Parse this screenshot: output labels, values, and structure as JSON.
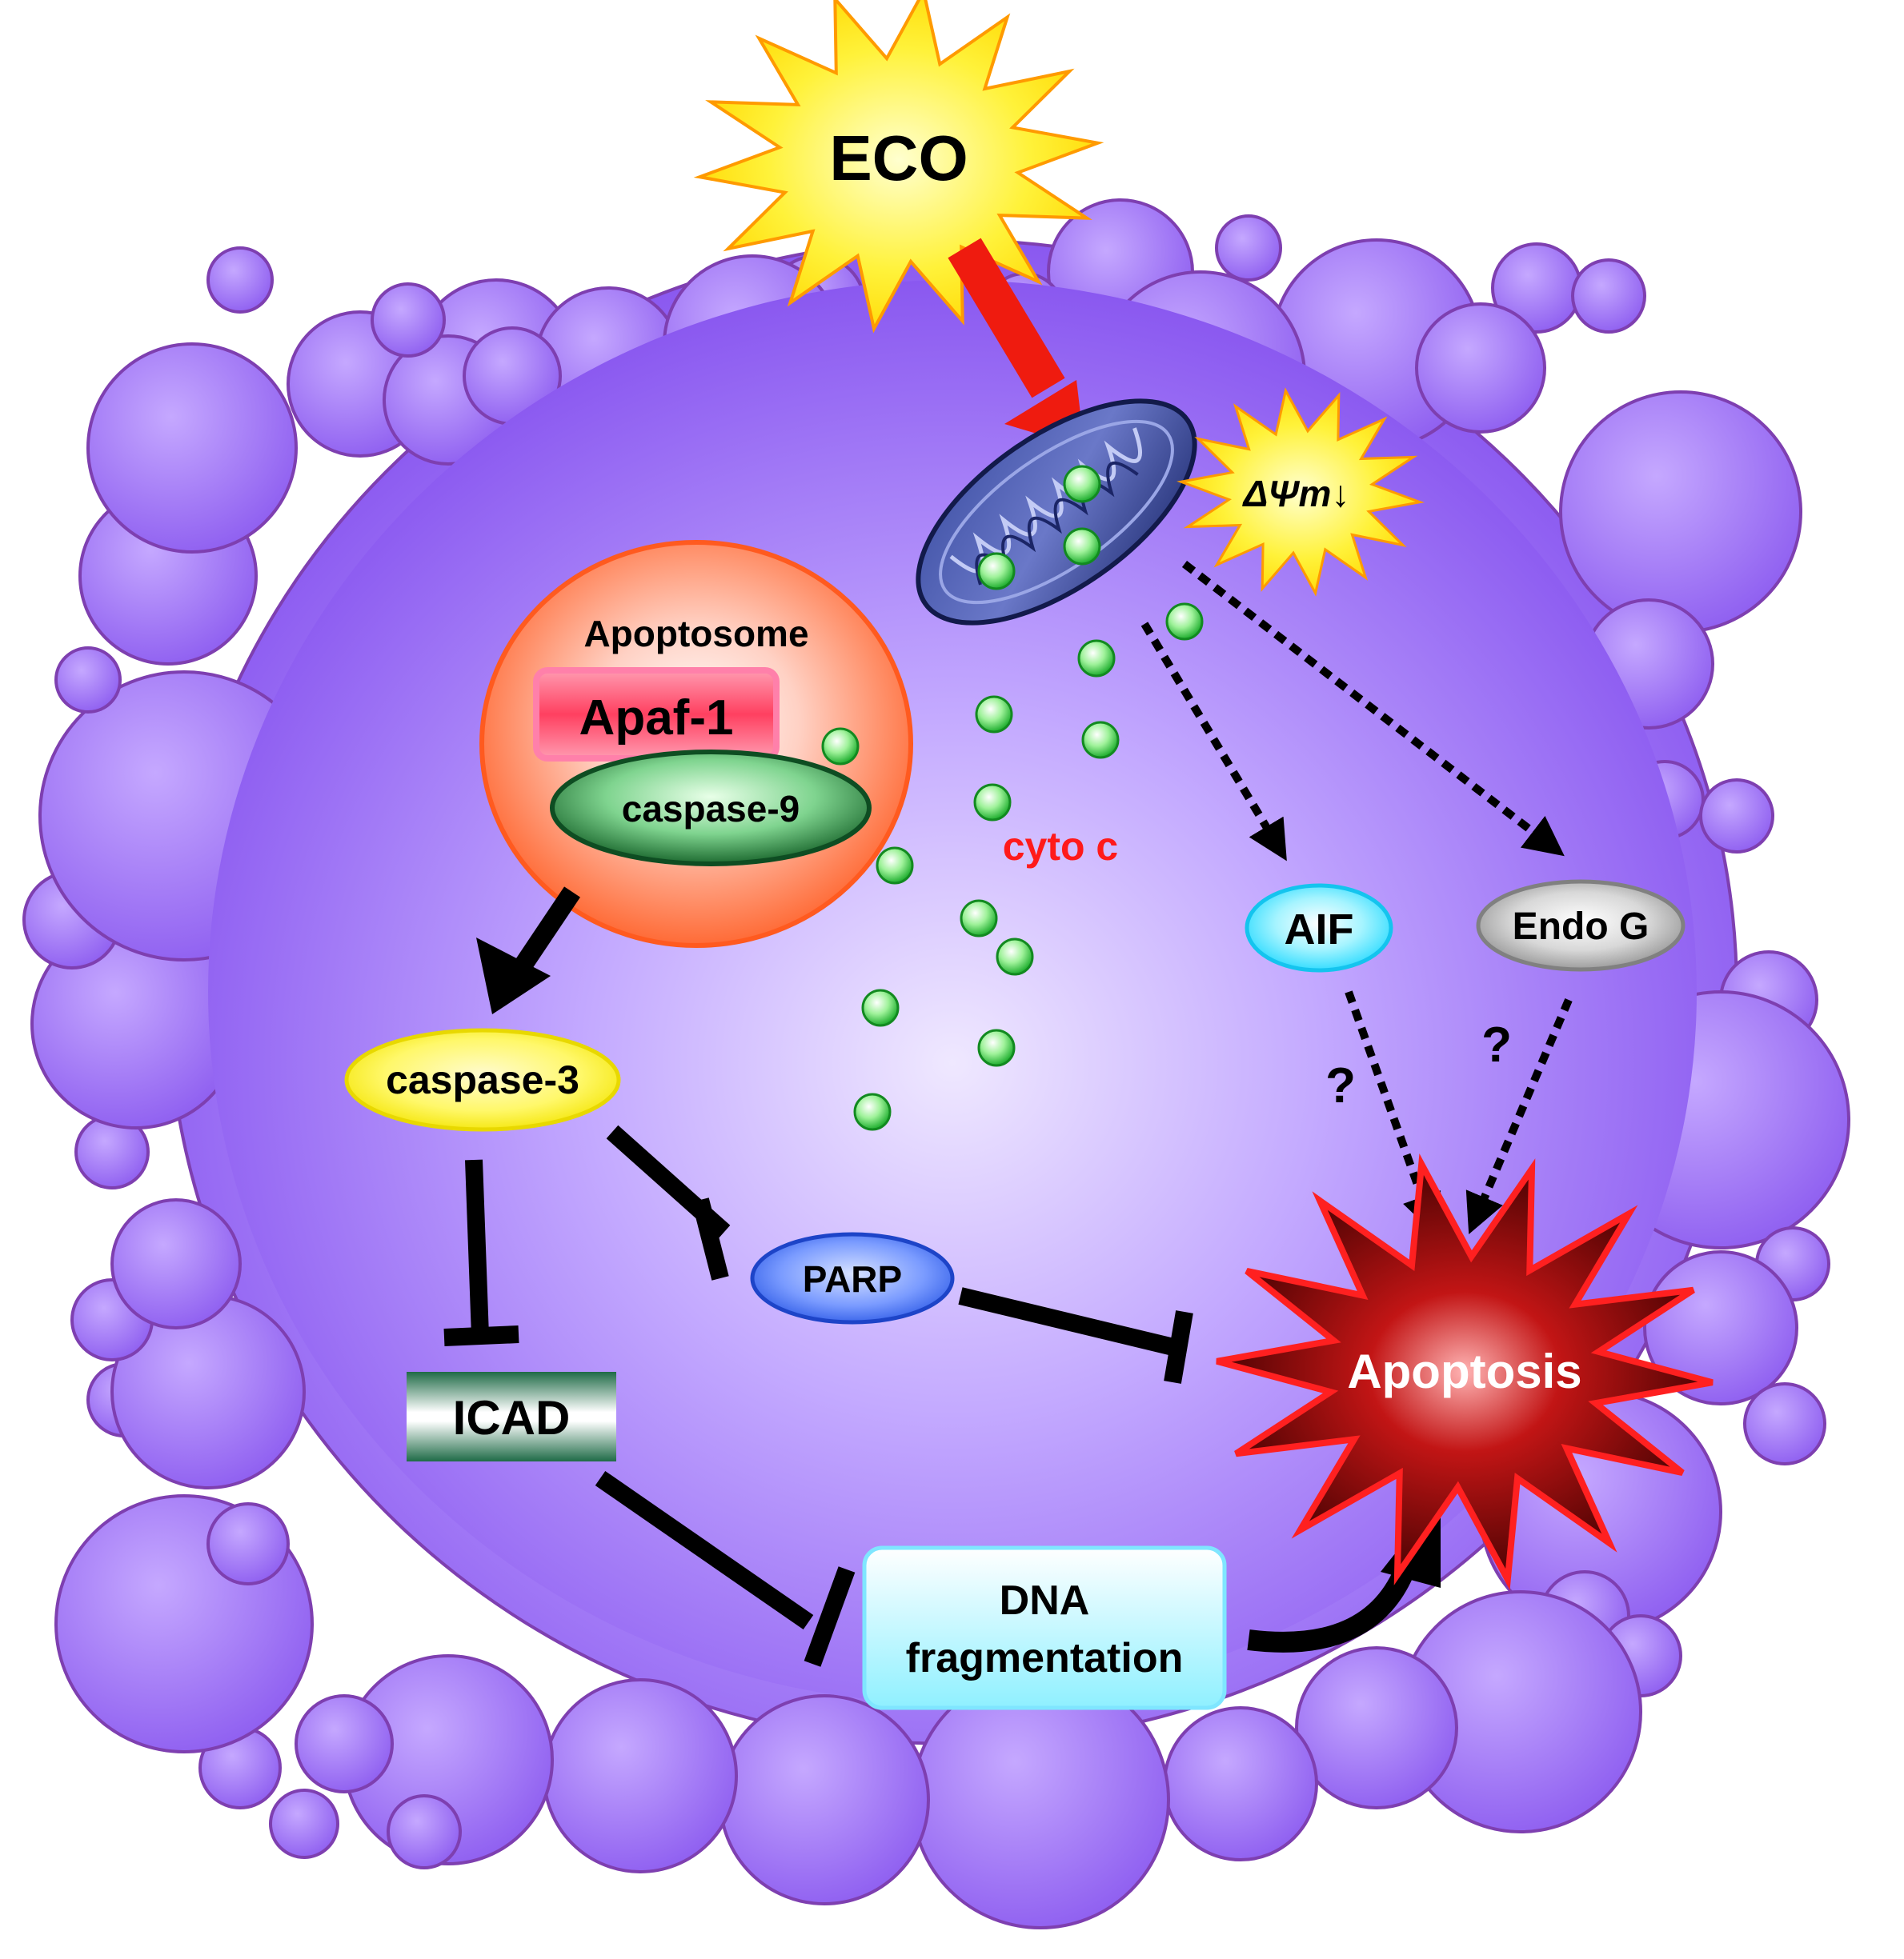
{
  "labels": {
    "stimulus": "ECO",
    "membrane_potential": "ΔΨm↓",
    "apoptosome": "Apoptosome",
    "apaf1": "Apaf-1",
    "caspase9": "caspase-9",
    "cyto_c": "cyto c",
    "aif": "AIF",
    "endo_g": "Endo G",
    "caspase3": "caspase-3",
    "parp": "PARP",
    "icad": "ICAD",
    "dna_line1": "DNA",
    "dna_line2": "fragmentation",
    "apoptosis": "Apoptosis",
    "question_aif": "?",
    "question_endog": "?"
  },
  "colors": {
    "cell_fill_center": "#e6dcff",
    "cell_fill_edge": "#8c5df2",
    "bubble_fill": "#a078f6",
    "bubble_stroke": "#7e3fb0",
    "eco_burst": "#fff23a",
    "red_arrow": "#ef1b0f",
    "mito": "#2b3f8c",
    "cyto_c_text": "#ff1a1a",
    "apoptosome_fill": "#ff6f3a",
    "apaf1_fill": "#ff4a6a",
    "caspase9_fill": "#1f7a3a",
    "caspase3_fill": "#fff200",
    "aif_fill": "#22e0ff",
    "endog_fill": "#a8a8a8",
    "parp_fill": "#3f6cf0",
    "icad_fill": "#2e7d56",
    "dna_fill": "#a8f2ff",
    "apoptosis_fill": "#8e0a0a",
    "green_dot": "#3bd64a"
  }
}
